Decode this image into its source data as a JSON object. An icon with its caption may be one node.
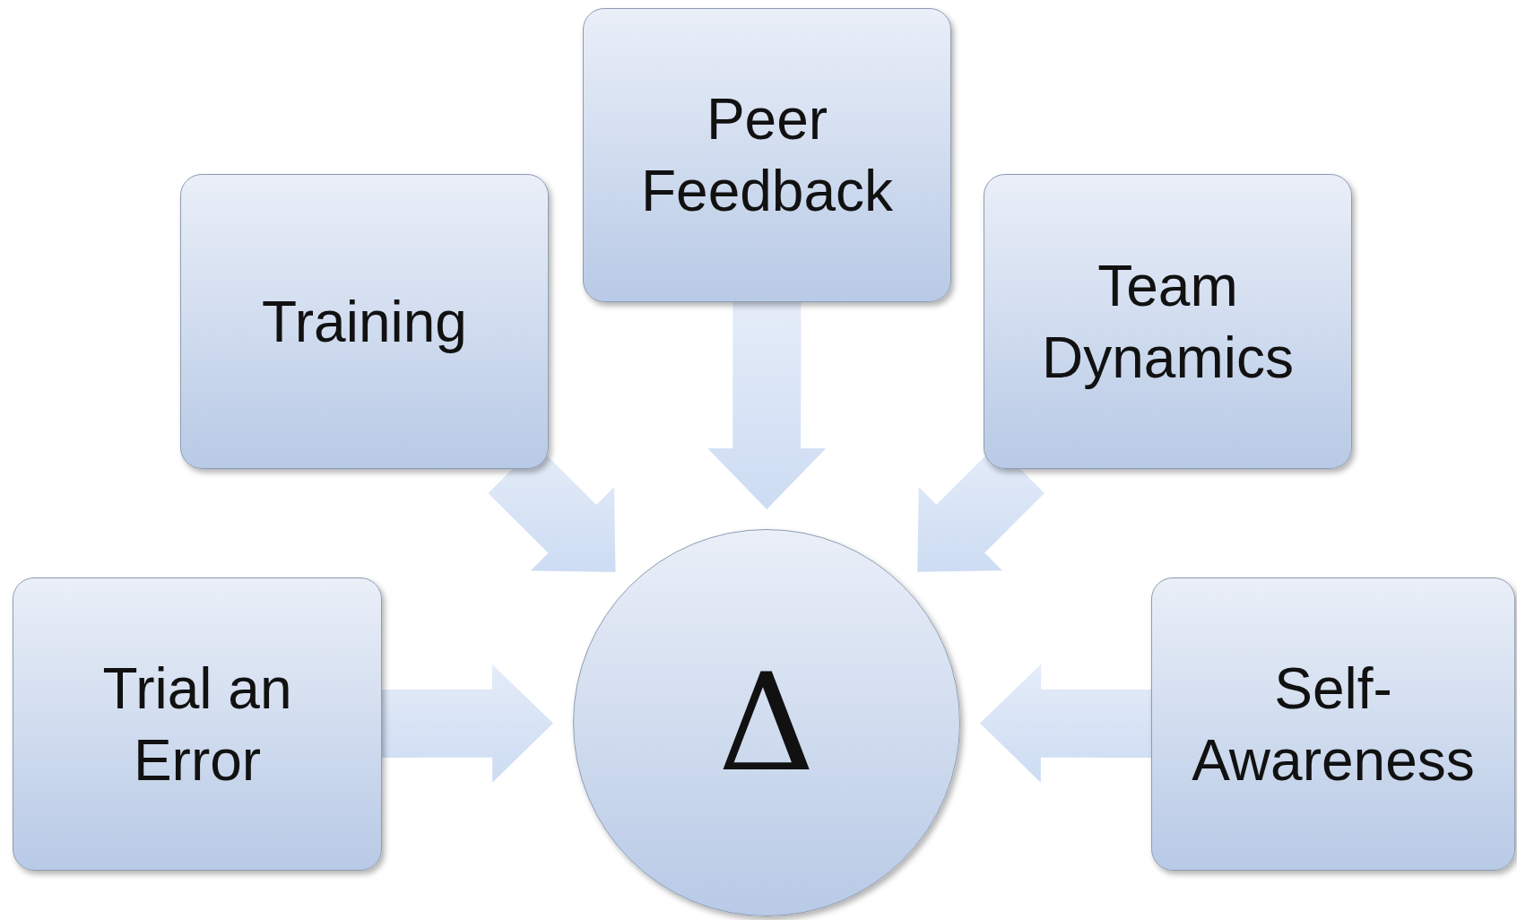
{
  "diagram": {
    "nodes": [
      {
        "text": [
          "Peer Feedback"
        ]
      },
      {
        "text": [
          "Training"
        ]
      },
      {
        "text": [
          "Team Dynamics"
        ]
      },
      {
        "text": [
          "Trial an Error"
        ]
      },
      {
        "text": [
          "Self-Awareness"
        ]
      },
      {
        "text": [
          "Δ"
        ]
      }
    ],
    "edges": [
      {
        "from": 0,
        "to": 5,
        "arrow": "to"
      },
      {
        "from": 1,
        "to": 5,
        "arrow": "to"
      },
      {
        "from": 2,
        "to": 5,
        "arrow": "to"
      },
      {
        "from": 3,
        "to": 5,
        "arrow": "to"
      },
      {
        "from": 4,
        "to": 5,
        "arrow": "to"
      }
    ]
  }
}
